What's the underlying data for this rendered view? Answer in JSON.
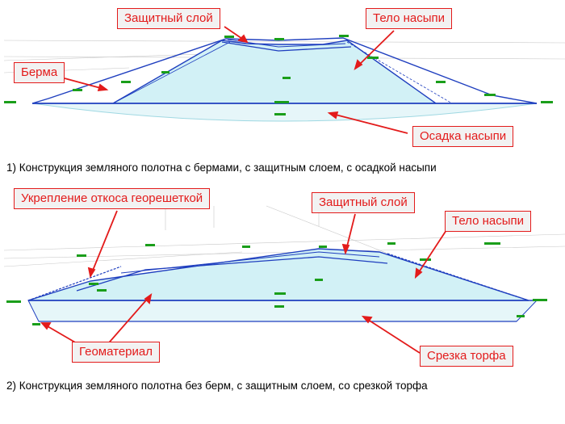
{
  "section1": {
    "labels": {
      "protective_layer": "Защитный слой",
      "embankment_body": "Тело насыпи",
      "berm": "Берма",
      "settlement": "Осадка насыпи"
    },
    "caption": "1) Конструкция земляного полотна с бермами, с защитным слоем, с осадкой насыпи"
  },
  "section2": {
    "labels": {
      "slope_geogrid": "Укрепление откоса георешеткой",
      "protective_layer": "Защитный слой",
      "embankment_body": "Тело насыпи",
      "geomaterial": "Геоматериал",
      "peat_cut": "Срезка торфа"
    },
    "caption": "2) Конструкция земляного полотна без берм, с защитным слоем, со срезкой торфа"
  },
  "colors": {
    "callout_border": "#e31b1b",
    "callout_text": "#e31b1b",
    "callout_bg": "#f2f2f2",
    "arrow": "#e31b1b",
    "outline": "#1f3fbf",
    "fill": "#d2f1f6",
    "annotation": "#1a9e1a"
  }
}
